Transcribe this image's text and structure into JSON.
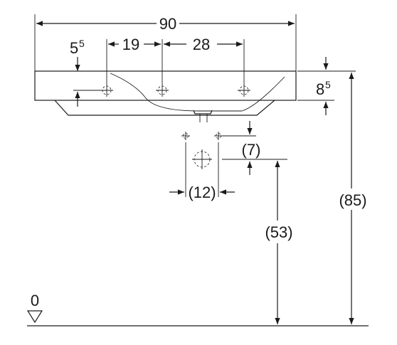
{
  "dimensions": {
    "overall_width": "90",
    "left_offset": "5",
    "left_offset_sup": "5",
    "tap_spacing_left": "19",
    "tap_spacing_right": "28",
    "rim_height": "8",
    "rim_height_sup": "5",
    "waste_drop": "(7)",
    "waste_spacing": "(12)",
    "waste_height": "(53)",
    "total_height": "(85)",
    "floor_level": "0"
  },
  "colors": {
    "line": "#1a1a1a",
    "background": "#ffffff"
  }
}
